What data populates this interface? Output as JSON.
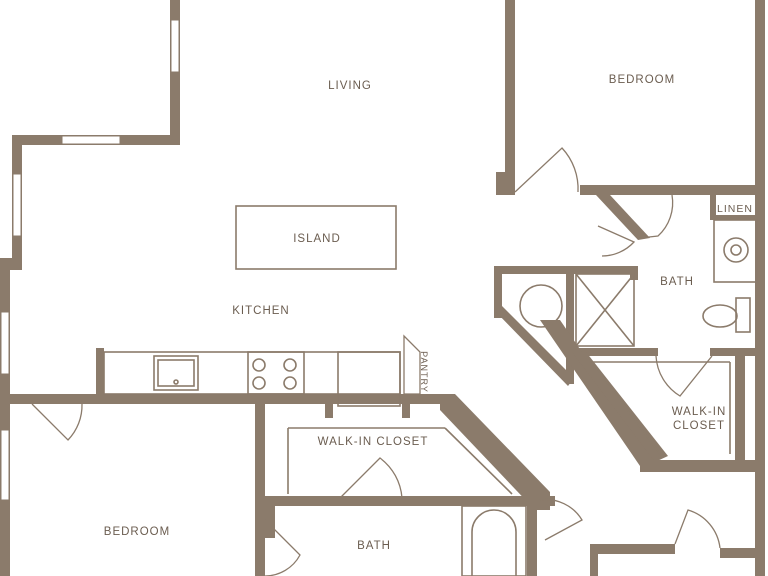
{
  "rooms": {
    "living": "LIVING",
    "bedroom_upper": "BEDROOM",
    "island": "ISLAND",
    "kitchen": "KITCHEN",
    "bath_right": "BATH",
    "linen": "LINEN",
    "pantry": "PANTRY",
    "walk_in_closet_left": "WALK-IN CLOSET",
    "walk_in_closet_right_line1": "WALK-IN",
    "walk_in_closet_right_line2": "CLOSET",
    "bedroom_lower": "BEDROOM",
    "bath_lower": "BATH"
  },
  "colors": {
    "wall": "#8b7b6b",
    "label": "#6b5d50",
    "background": "#ffffff"
  }
}
